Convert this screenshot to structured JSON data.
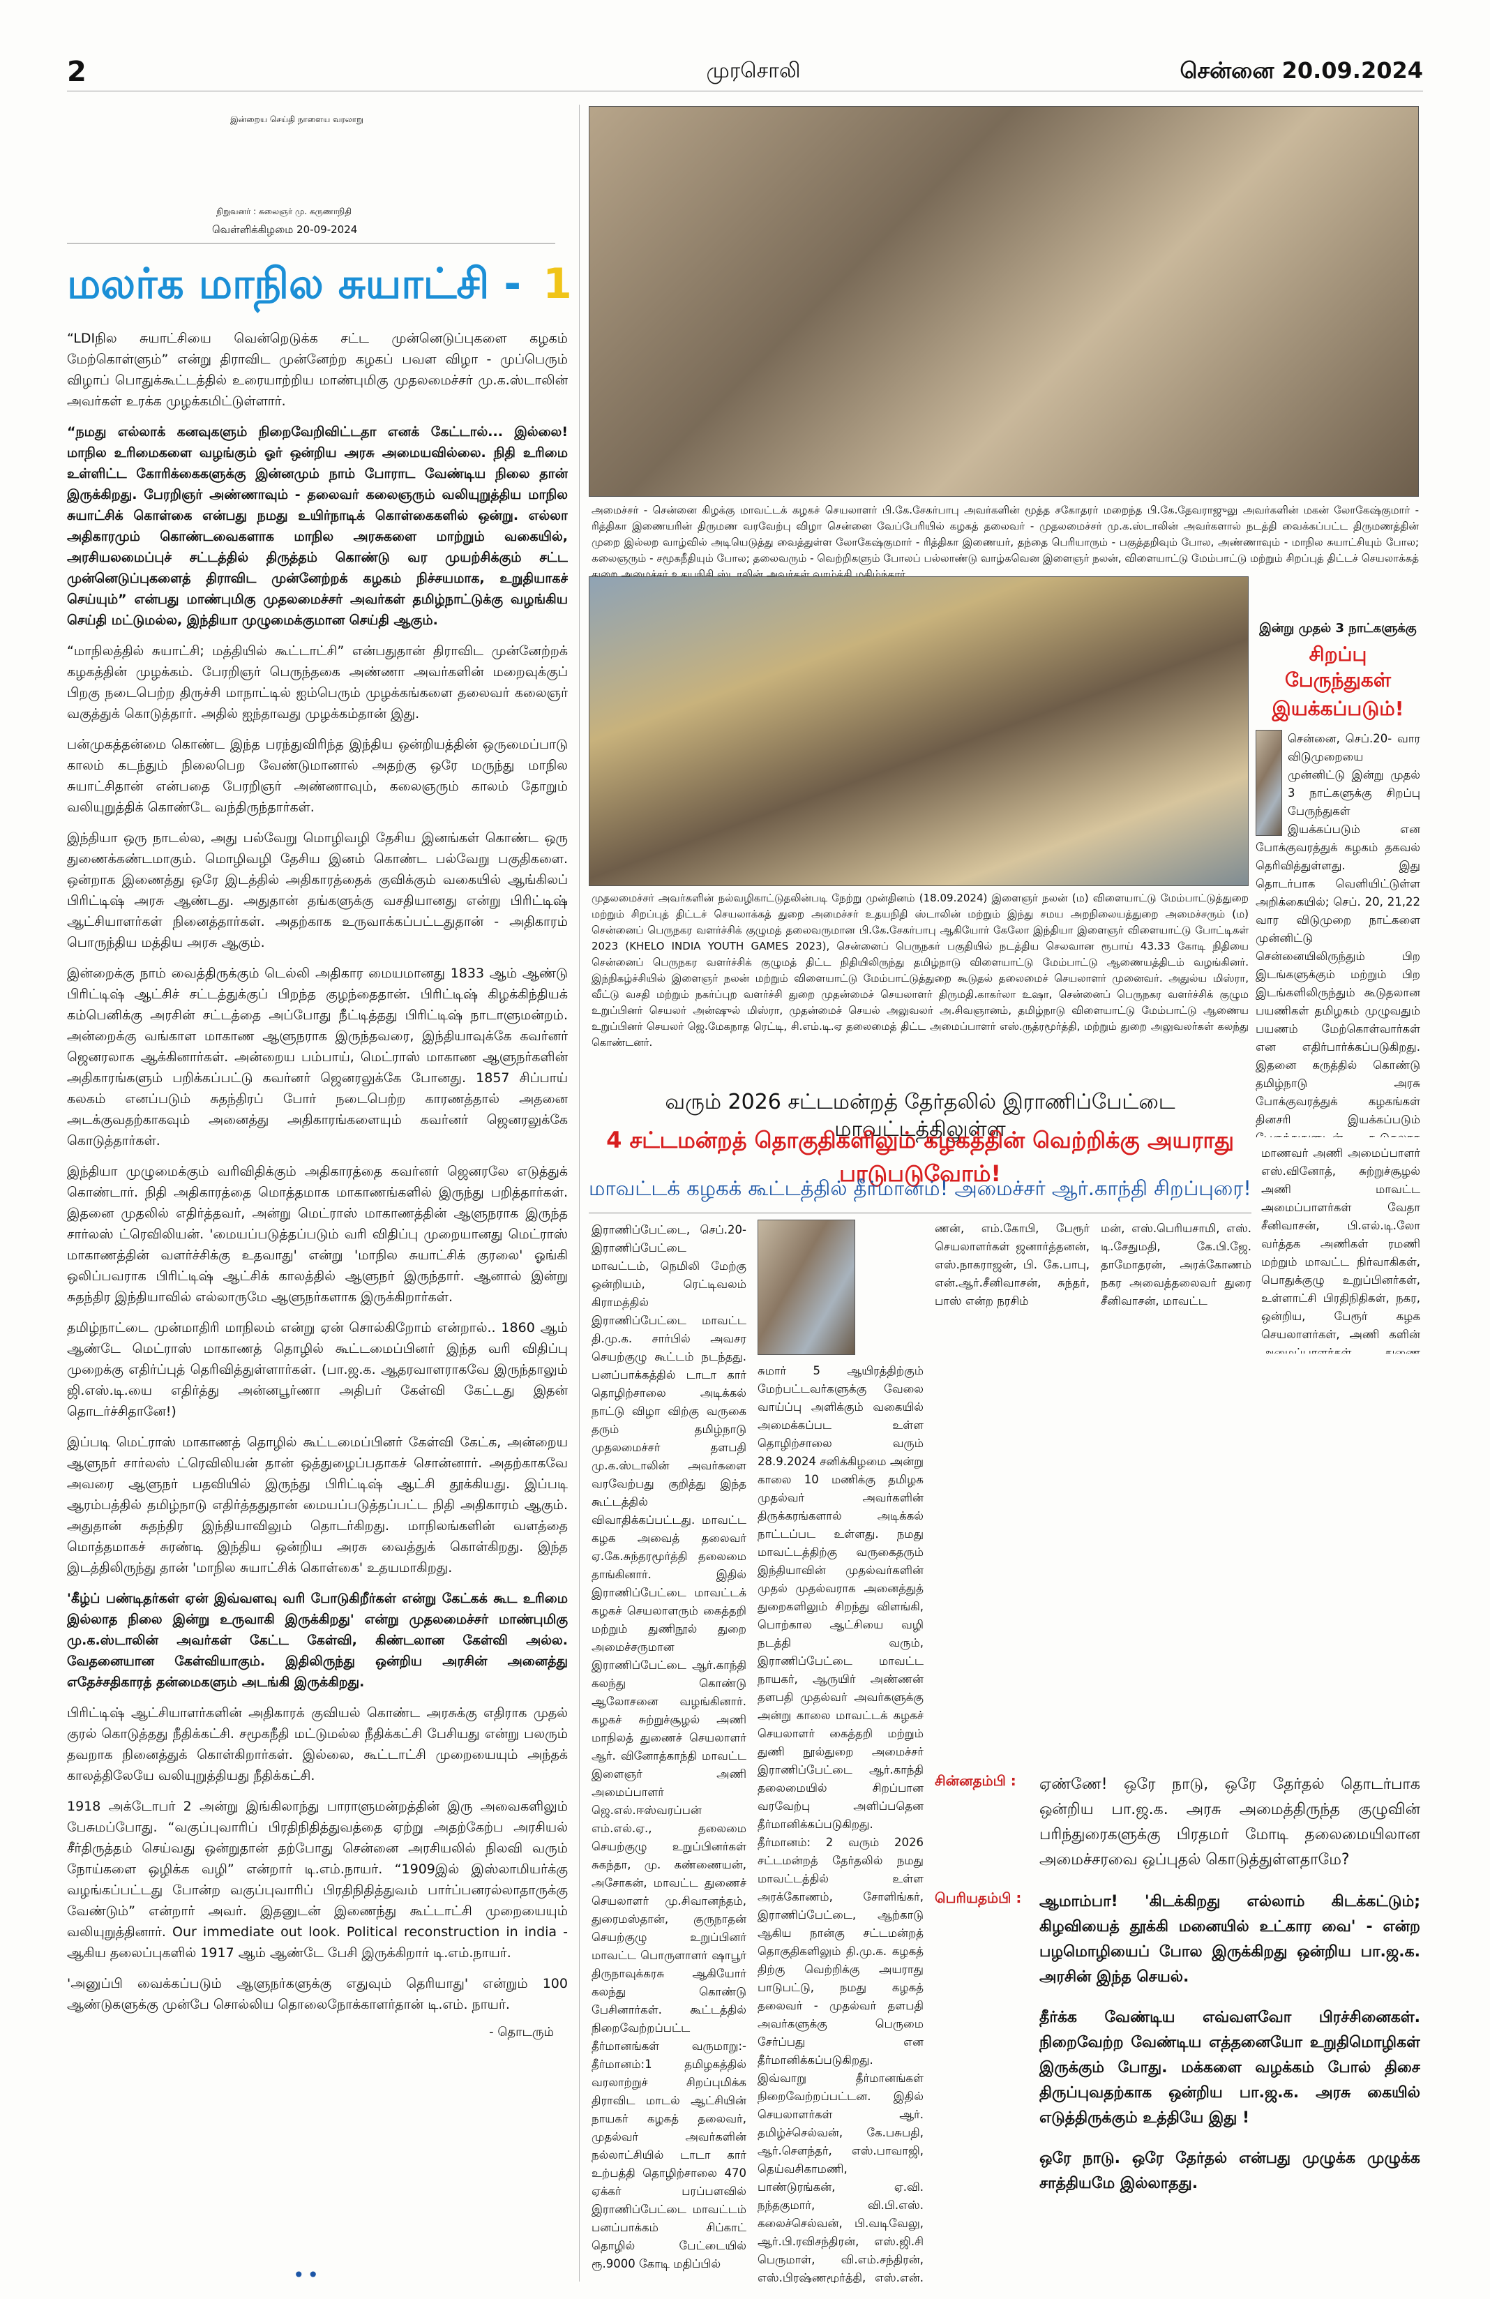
{
  "masthead": {
    "page_no": "2",
    "paper": "முரசொலி",
    "date": "சென்னை 20.09.2024"
  },
  "editorial": {
    "tagline": "இன்றைய செய்தி நாளைய வரலாறு",
    "founder": "நிறுவனர் : கலைஞர் மு. கருணாநிதி",
    "day": "வெள்ளிக்கிழமை 20-09-2024",
    "title": "மலர்க மாநில சுயாட்சி -",
    "title_num": "1",
    "para1": "“LDIநில சுயாட்சியை வென்றெடுக்க சட்ட முன்னெடுப்புகளை கழகம் மேற்கொள்ளும்” என்று திராவிட முன்னேற்ற கழகப் பவள விழா - முப்பெரும் விழாப் பொதுக்கூட்டத்தில் உரையாற்றிய மாண்புமிகு முதலமைச்சர் மு.க.ஸ்டாலின் அவர்கள் உரக்க முழக்கமிட்டுள்ளார்.",
    "para2": "“நமது எல்லாக் கனவுகளும் நிறைவேறிவிட்டதா எனக் கேட்டால்... இல்லை! மாநில உரிமைகளை வழங்கும் ஓர் ஒன்றிய அரசு அமையவில்லை. நிதி உரிமை உள்ளிட்ட கோரிக்கைகளுக்கு இன்னமும் நாம் போராட வேண்டிய நிலை தான் இருக்கிறது. பேரறிஞர் அண்ணாவும் - தலைவர் கலைஞரும் வலியுறுத்திய மாநில சுயாட்சிக் கொள்கை என்பது நமது உயிர்நாடிக் கொள்கைகளில் ஒன்று. எல்லா அதிகாரமும் கொண்டவைகளாக மாநில அரசுகளை மாற்றும் வகையில், அரசியலமைப்புச் சட்டத்தில் திருத்தம் கொண்டு வர முயற்சிக்கும் சட்ட முன்னெடுப்புகளைத் திராவிட முன்னேற்றக் கழகம் நிச்சயமாக, உறுதியாகச் செய்யும்” என்பது மாண்புமிகு முதலமைச்சர் அவர்கள் தமிழ்நாட்டுக்கு வழங்கிய செய்தி மட்டுமல்ல, இந்தியா முழுமைக்குமான செய்தி ஆகும்.",
    "para3": "“மாநிலத்தில் சுயாட்சி; மத்தியில் கூட்டாட்சி” என்பதுதான் திராவிட முன்னேற்றக் கழகத்தின் முழக்கம். பேரறிஞர் பெருந்தகை அண்ணா அவர்களின் மறைவுக்குப் பிறகு நடைபெற்ற திருச்சி மாநாட்டில் ஐம்பெரும் முழக்கங்களை தலைவர் கலைஞர் வகுத்துக் கொடுத்தார். அதில் ஐந்தாவது முழக்கம்தான் இது.",
    "para4": "பன்முகத்தன்மை கொண்ட இந்த பரந்துவிரிந்த இந்திய ஒன்றியத்தின் ஒருமைப்பாடு காலம் கடந்தும் நிலைபெற வேண்டுமானால் அதற்கு ஒரே மருந்து மாநில சுயாட்சிதான் என்பதை பேரறிஞர் அண்ணாவும், கலைஞரும் காலம் தோறும் வலியுறுத்திக் கொண்டே வந்திருந்தார்கள்.",
    "para5": "இந்தியா ஒரு நாடல்ல, அது பல்வேறு மொழிவழி தேசிய இனங்கள் கொண்ட ஒரு துணைக்கண்டமாகும். மொழிவழி தேசிய இனம் கொண்ட பல்வேறு பகுதிகளை. ஒன்றாக இணைத்து ஒரே இடத்தில் அதிகாரத்தைக் குவிக்கும் வகையில் ஆங்கிலப் பிரிட்டிஷ் அரசு ஆண்டது. அதுதான் தங்களுக்கு வசதியானது என்று பிரிட்டிஷ் ஆட்சியாளர்கள் நினைத்தார்கள். அதற்காக உருவாக்கப்பட்டதுதான் - அதிகாரம் பொருந்திய மத்திய அரசு ஆகும்.",
    "para6": "இன்றைக்கு நாம் வைத்திருக்கும் டெல்லி அதிகார மையமானது 1833 ஆம் ஆண்டு பிரிட்டிஷ் ஆட்சிச் சட்டத்துக்குப் பிறந்த குழந்தைதான். பிரிட்டிஷ் கிழக்கிந்தியக் கம்பெனிக்கு அரசின் சட்டத்தை அப்போது நீட்டித்தது பிரிட்டிஷ் நாடாளுமன்றம். அன்றைக்கு வங்காள மாகாண ஆளுநராக இருந்தவரை, இந்தியாவுக்கே கவர்னர் ஜெனரலாக ஆக்கினார்கள். அன்றைய பம்பாய், மெட்ராஸ் மாகாண ஆளுநர்களின் அதிகாரங்களும் பறிக்கப்பட்டு கவர்னர் ஜெனரலுக்கே போனது. 1857 சிப்பாய் கலகம் எனப்படும் சுதந்திரப் போர் நடைபெற்ற காரணத்தால் அதனை அடக்குவதற்காகவும் அனைத்து அதிகாரங்களையும் கவர்னர் ஜெனரலுக்கே கொடுத்தார்கள்.",
    "para7": "இந்தியா முழுமைக்கும் வரிவிதிக்கும் அதிகாரத்தை கவர்னர் ஜெனரலே எடுத்துக் கொண்டார். நிதி அதிகாரத்தை மொத்தமாக மாகாணங்களில் இருந்து பறித்தார்கள். இதனை முதலில் எதிர்த்தவர், அன்று மெட்ராஸ் மாகாணத்தின் ஆளுநராக இருந்த சார்லஸ் ட்ரெவிலியன். 'மையப்படுத்தப்படும் வரி விதிப்பு முறையானது மெட்ராஸ் மாகாணத்தின் வளர்ச்சிக்கு உதவாது' என்று 'மாநில சுயாட்சிக் குரலை' ஓங்கி ஒலிப்பவராக பிரிட்டிஷ் ஆட்சிக் காலத்தில் ஆளுநர் இருந்தார். ஆனால் இன்று சுதந்திர இந்தியாவில் எல்லாருமே ஆளுநர்களாக இருக்கிறார்கள்.",
    "para8": "தமிழ்நாட்டை முன்மாதிரி மாநிலம் என்று ஏன் சொல்கிறோம் என்றால்.. 1860 ஆம் ஆண்டே மெட்ராஸ் மாகாணத் தொழில் கூட்டமைப்பினர் இந்த வரி விதிப்பு முறைக்கு எதிர்ப்புத் தெரிவித்துள்ளார்கள். (பா.ஜ.க. ஆதரவாளராகவே இருந்தாலும் ஜி.எஸ்.டி.யை எதிர்த்து அன்னபூர்ணா அதிபர் கேள்வி கேட்டது இதன் தொடர்ச்சிதானே!)",
    "para9": "இப்படி மெட்ராஸ் மாகாணத் தொழில் கூட்டமைப்பினர் கேள்வி கேட்க, அன்றைய ஆளுநர் சார்லஸ் ட்ரெவிலியன் தான் ஒத்துழைப்பதாகச் சொன்னார். அதற்காகவே அவரை ஆளுநர் பதவியில் இருந்து பிரிட்டிஷ் ஆட்சி தூக்கியது. இப்படி ஆரம்பத்தில் தமிழ்நாடு எதிர்த்ததுதான் மையப்படுத்தப்பட்ட நிதி அதிகாரம் ஆகும். அதுதான் சுதந்திர இந்தியாவிலும் தொடர்கிறது. மாநிலங்களின் வளத்தை மொத்தமாகச் சுரண்டி இந்திய ஒன்றிய அரசு வைத்துக் கொள்கிறது. இந்த இடத்திலிருந்து தான் 'மாநில சுயாட்சிக் கொள்கை' உதயமாகிறது.",
    "para10": "'கீழ்ப் பண்டிதர்கள் ஏன் இவ்வளவு வரி போடுகிறீர்கள் என்று கேட்கக் கூட உரிமை இல்லாத நிலை இன்று உருவாகி இருக்கிறது' என்று முதலமைச்சர் மாண்புமிகு மு.க.ஸ்டாலின் அவர்கள் கேட்ட கேள்வி, கிண்டலான கேள்வி அல்ல. வேதனையான கேள்வியாகும். இதிலிருந்து ஒன்றிய அரசின் அனைத்து எதேச்சதிகாரத் தன்மைகளும் அடங்கி இருக்கிறது.",
    "para11": "பிரிட்டிஷ் ஆட்சியாளர்களின் அதிகாரக் குவியல் கொண்ட அரசுக்கு எதிராக முதல் குரல் கொடுத்தது நீதிக்கட்சி. சமூகநீதி மட்டுமல்ல நீதிக்கட்சி பேசியது என்று பலரும் தவறாக நினைத்துக் கொள்கிறார்கள். இல்லை, கூட்டாட்சி முறையையும் அந்தக் காலத்திலேயே வலியுறுத்தியது நீதிக்கட்சி.",
    "para12": "1918 அக்டோபர் 2 அன்று இங்கிலாந்து பாராளுமன்றத்தின் இரு அவைகளிலும் பேசுமப்போது. “வகுப்புவாரிப் பிரதிநிதித்துவத்தை ஏற்று அதற்கேற்ப அரசியல் சீர்திருத்தம் செய்வது ஒன்றுதான் தற்போது சென்னை அரசியலில் நிலவி வரும் நோய்களை ஒழிக்க வழி” என்றார் டி.எம்.நாயர். “1909இல் இஸ்லாமியர்க்கு வழங்கப்பட்டது போன்ற வகுப்புவாரிப் பிரதிநிதித்துவம் பார்ப்பனரல்லாதாருக்கு வேண்டும்” என்றார் அவர். இதனுடன் இணைந்து கூட்டாட்சி முறையையும் வலியுறுத்தினார். Our immediate out look. Political reconstruction in india - ஆகிய தலைப்புகளில் 1917 ஆம் ஆண்டே பேசி இருக்கிறார் டி.எம்.நாயர்.",
    "para13": "'அனுப்பி வைக்கப்படும் ஆளுநர்களுக்கு எதுவும் தெரியாது' என்றும் 100 ஆண்டுகளுக்கு முன்பே சொல்லிய தொலைநோக்காளர்தான் டி.எம். நாயர்.",
    "cont": "- தொடரும்"
  },
  "photo1": {
    "caption": "அமைச்சர் - சென்னை கிழக்கு மாவட்டக் கழகச் செயலாளர் பி.கே.சேகர்பாபு அவர்களின் மூத்த சகோதரர் மறைந்த பி.கே.தேவராஜுலு அவர்களின் மகன் லோகேஷ்குமார் - ரித்திகா இணையரின் திருமண வரவேற்பு விழா சென்னை வேப்பேரியில் கழகத் தலைவர் - முதலமைச்சர் மு.க.ஸ்டாலின் அவர்களால் நடத்தி வைக்கப்பட்ட திருமணத்தின் முறை இல்லற வாழ்வில் அடியெடுத்து வைத்துள்ள லோகேஷ்குமார் - ரித்திகா இணையர், தந்தை பெரியாரும் - பகுத்தறிவும் போல, அண்ணாவும் - மாநில சுயாட்சியும் போல; கலைஞரும் - சமூகநீதியும் போல; தலைவரும் - வெற்றிகளும் போலப் பல்லாண்டு வாழ்கவென இளைஞர் நலன், விளையாட்டு மேம்பாட்டு மற்றும் சிறப்புத் திட்டச் செயலாக்கத் துறை அமைச்சர் உதயநிதி ஸ்டாலின் அவர்கள் வாழ்த்தி மகிழ்ந்தார்."
  },
  "photo2": {
    "caption": "முதலமைச்சர் அவர்களின் நல்வழிகாட்டுதலின்படி நேற்று முன்தினம் (18.09.2024) இளைஞர் நலன் (ம) விளையாட்டு மேம்பாட்டுத்துறை மற்றும் சிறப்புத் திட்டச் செயலாக்கத் துறை அமைச்சர் உதயநிதி ஸ்டாலின் மற்றும் இந்து சமய அறநிலையத்துறை அமைச்சரும் (ம) சென்னைப் பெருநகர வளர்ச்சிக் குழுமத் தலைவருமான பி.கே.சேகர்பாபு ஆகியோர் கேலோ இந்தியா இளைஞர் விளையாட்டு போட்டிகள் 2023 (KHELO INDIA YOUTH GAMES 2023), சென்னைப் பெருநகர் பகுதியில் நடத்திய செலவான ரூபாய் 43.33 கோடி நிதியை சென்னைப் பெருநகர வளர்ச்சிக் குழுமத் திட்ட நிதியிலிருந்து தமிழ்நாடு விளையாட்டு மேம்பாட்டு ஆணையத்திடம் வழங்கினர். இந்நிகழ்ச்சியில் இளைஞர் நலன் மற்றும் விளையாட்டு மேம்பாட்டுத்துறை கூடுதல் தலைமைச் செயலாளர் முனைவர். அதுல்ய மிஸ்ரா, வீட்டு வசதி மற்றும் நகர்ப்புற வளர்ச்சி துறை முதன்மைச் செயலாளர் திருமதி.காகர்லா உஷா, சென்னைப் பெருநகர வளர்ச்சிக் குழும உறுப்பினர் செயலர் அன்ஷுல் மிஸ்ரா, முதன்மைச் செயல் அலுவலர் அ.சிவஞானம், தமிழ்நாடு விளையாட்டு மேம்பாட்டு ஆணைய உறுப்பினர் செயலர் ஜெ.மேகநாத ரெட்டி, சி.எம்.டி.ஏ தலைமைத் திட்ட அமைப்பாளர் எஸ்.ருத்ரமூர்த்தி, மற்றும் துறை அலுவலர்கள் கலந்து கொண்டனர்."
  },
  "bus": {
    "kicker": "இன்று முதல் 3 நாட்களுக்கு",
    "head1": "சிறப்பு பேருந்துகள்",
    "head2": "இயக்கப்படும்!",
    "body": "சென்னை, செப்.20- வார விடுமுறையை முன்னிட்டு இன்று முதல் 3 நாட்களுக்கு சிறப்பு பேருந்துகள் இயக்கப்படும் என போக்குவரத்துக் கழகம் தகவல் தெரிவித்துள்ளது. இது தொடர்பாக வெளியிட்டுள்ள அறிக்கையில்; செப். 20, 21,22 வார விடுமுறை நாட்களை முன்னிட்டு சென்னையிலிருந்தும் பிற இடங்களுக்கும் மற்றும் பிற இடங்களிலிருந்தும் கூடுதலான பயணிகள் தமிழகம் முழுவதும் பயணம் மேற்கொள்வார்கள் என எதிர்பார்க்கப்படுகிறது. இதனை கருத்தில் கொண்டு தமிழ்நாடு அரசு போக்குவரத்துக் கழகங்கள் தினசரி இயக்கப்படும் பேருந்துகளுடன் கூடுதலாக சிறப்பு பேருந்துகளை இயக்க திட்டமிடப்பட்டுள்ளது."
  },
  "ranipet": {
    "kicker": "வரும் 2026 சட்டமன்றத் தேர்தலில் இராணிப்பேட்டை மாவட்டத்திலுள்ள",
    "headline": "4 சட்டமன்றத் தொகுதிகளிலும் கழகத்தின் வெற்றிக்கு அயராது பாடுபடுவோம்!",
    "subhead": "மாவட்டக் கழகக் கூட்டத்தில் தீர்மானம்! அமைச்சர் ஆர்.காந்தி சிறப்புரை!",
    "c1": "இராணிப்பேட்டை, செப்.20- இராணிப்பேட்டை மாவட்டம், நெமிலி மேற்கு ஒன்றியம், ரெட்டிவலம் கிராமத்தில் இராணிப்பேட்டை மாவட்ட தி.மு.க. சார்பில் அவசர செயற்குழு கூட்டம் நடந்தது. பனப்பாக்கத்தில் டாடா கார் தொழிற்சாலை அடிக்கல் நாட்டு விழா விற்கு வருகை தரும் தமிழ்நாடு முதலமைச்சர் தளபதி மு.க.ஸ்டாலின் அவர்களை வரவேற்பது குறித்து இந்த கூட்டத்தில் விவாதிக்கப்பட்டது. மாவட்ட கழக அவைத் தலைவர் ஏ.கே.சுந்தரமூர்த்தி தலைமை தாங்கினார். இதில் இராணிப்பேட்டை மாவட்டக் கழகச் செயலாளரும் கைத்தறி மற்றும் துணிநூல் துறை அமைச்சருமான இராணிப்பேட்டை ஆர்.காந்தி கலந்து கொண்டு ஆலோசனை வழங்கினார். கழகச் சுற்றுச்சூழல் அணி மாநிலத் துணைச் செயலாளர் ஆர். வினோத்காந்தி மாவட்ட இளைஞர் அணி அமைப்பாளர் ஜெ.எல்.ஈஸ்வரப்பன் எம்.எல்.ஏ., தலைமை செயற்குழு உறுப்பினர்கள் சுகந்தா, மு. கண்ணையன், அசோகன், மாவட்ட துணைச் செயலாளர் மு.சிவானந்தம், துரைமஸ்தான், குருநாதன் செயற்குழு உறுப்பினர் மாவட்ட பொருளாளர் ஷாபூர் திருநாவுக்கரசு ஆகியோர் கலந்து கொண்டு பேசினார்கள். கூட்டத்தில் நிறைவேற்றப்பட்ட தீர்மானங்கள் வருமாறு:- தீர்மானம்:1 தமிழகத்தில் வரலாற்றுச் சிறப்புமிக்க திராவிட மாடல் ஆட்சியின் நாயகர் கழகத் தலைவர், முதல்வர் அவர்களின் நல்லாட்சியில் டாடா கார் உற்பத்தி தொழிற்சாலை 470 ஏக்கர் பரப்பளவில் இராணிப்பேட்டை மாவட்டம் பனப்பாக்கம் சிப்காட் தொழில் பேட்டையில் ரூ.9000 கோடி மதிப்பில்",
    "c2": "சுமார் 5 ஆயிரத்திற்கும் மேற்பட்டவர்களுக்கு வேலை வாய்ப்பு அளிக்கும் வகையில் அமைக்கப்பட உள்ள தொழிற்சாலை வரும் 28.9.2024 சனிக்கிழமை அன்று காலை 10 மணிக்கு தமிழக முதல்வர் அவர்களின் திருக்கரங்களால் அடிக்கல் நாட்டப்பட உள்ளது. நமது மாவட்டத்திற்கு வருகைதரும் இந்தியாவின் முதல்வர்களின் முதல் முதல்வராக அனைத்துத் துறைகளிலும் சிறந்து விளங்கி, பொற்கால ஆட்சியை வழி நடத்தி வரும், இராணிப்பேட்டை மாவட்ட நாயகர், ஆருயிர் அண்ணன் தளபதி முதல்வர் அவர்களுக்கு அன்று காலை மாவட்டக் கழகச் செயலாளர் கைத்தறி மற்றும் துணி நூல்துறை அமைச்சர் இராணிப்பேட்டை ஆர்.காந்தி தலைமையில் சிறப்பான வரவேற்பு அளிப்பதென தீர்மானிக்கப்படுகிறது. தீர்மானம்: 2 வரும் 2026 சட்டமன்றத் தேர்தலில் நமது மாவட்டத்தில் உள்ள அரக்கோணம், சோளிங்கர், இராணிப்பேட்டை, ஆற்காடு ஆகிய நான்கு சட்டமன்றத் தொகுதிகளிலும் தி.மு.க. கழகத் திற்கு வெற்றிக்கு அயராது பாடுபட்டு, நமது கழகத் தலைவர் - முதல்வர் தளபதி அவர்களுக்கு பெருமை சேர்ப்பது என தீர்மானிக்கப்படுகிறது. இவ்வாறு தீர்மானங்கள் நிறைவேற்றப்பட்டன. இதில் செயலாளர்கள் ஆர். தமிழ்ச்செல்வன், கே.பசுபதி, ஆர்.சௌந்தர், எஸ்.பாவாஜி, தெய்வசிகாமணி, பாண்டுரங்கன், ஏ.வி. நந்தகுமார், வி.பி.எஸ். கலைச்செல்வன், பி.வடிவேலு, ஆர்.பி.ரவிசந்திரன், எஸ்.ஜி.சி பெருமாள், வி.எம்.சந்திரன், எஸ்.பிரஷ்ணமூர்த்தி, எஸ்.என். பூரணசந்திரன், எம்.சண்முகம், மேஷாமெக்கனலட், எஸ், அசோக், கே.ரமேஷ், நகர கழக செயலாளர்கள் வி.எல்.ஜோதி, டி.தினேஷ், பி.பூங்காவனம், ஏ.வி.சரவ",
    "c3": "ணன், எம்.கோபி, பேரூர் செயலாளர்கள் ஜனார்த்தனன், எஸ்.நாகராஜன், பி. கே.பாபு, என்.ஆர்.சீனிவாசன், சுந்தர், பாஸ் என்ற நரசிம்",
    "c4": "மன், எஸ்.பெரியசாமி, எஸ். டி.சேதுமதி, கே.பி.ஜே. தாமோதரன், அரக்கோணம் நகர அவைத்தலைவர் துரை சீனிவாசன், மாவட்ட",
    "c5": "மாணவர் அணி அமைப்பாளர் எஸ்.வினோத், சுற்றுச்சூழல் அணி மாவட்ட அமைப்பாளர்கள் வேதா சீனிவாசன், பி.எல்.டி.லோ வர்த்தக அணிகள் ரமணி மற்றும் மாவட்ட நிர்வாகிகள், பொதுக்குழு உறுப்பினர்கள், உள்ளாட்சி பிரதிநிதிகள், நகர, ஒன்றிய, பேரூர் கழக செயலாளர்கள், அணி களின் அமைப்பாளர்கள், துணை அமைப்பாளர்கள் மற்றும் கழகத்தினர் கலந்து கொண்டனர்."
  },
  "dialogue": {
    "q_label": "சின்னதம்பி :",
    "q_text": "ஏண்ணே! ஒரே நாடு, ஒரே தேர்தல் தொடர்பாக ஒன்றிய பா.ஜ.க. அரசு அமைத்திருந்த குழுவின் பரிந்துரைகளுக்கு பிரதமர் மோடி தலைமையிலான அமைச்சரவை ஒப்புதல் கொடுத்துள்ளதாமே?",
    "a_label": "பெரியதம்பி :",
    "a_text": "ஆமாம்பா! 'கிடக்கிறது எல்லாம் கிடக்கட்டும்; கிழவியைத் தூக்கி மனையில் உட்கார வை' - என்ற பழமொழியைப் போல இருக்கிறது ஒன்றிய பா.ஜ.க. அரசின் இந்த செயல்.",
    "p2": "தீர்க்க வேண்டிய எவ்வளவோ பிரச்சினைகள். நிறைவேற்ற வேண்டிய எத்தனையோ உறுதிமொழிகள் இருக்கும் போது. மக்களை வழக்கம் போல் திசை திருப்புவதற்காக ஒன்றிய பா.ஜ.க. அரசு கையில் எடுத்திருக்கும் உத்தியே இது !",
    "p3": "ஒரே நாடு. ஒரே தேர்தல் என்பது முழுக்க முழுக்க சாத்தியமே இல்லாதது."
  },
  "colors": {
    "title_blue": "#1b8fd6",
    "title_yellow": "#f0c419",
    "red": "#d81e1e",
    "blue_text": "#1d56a6",
    "label_red": "#c81f1f"
  }
}
